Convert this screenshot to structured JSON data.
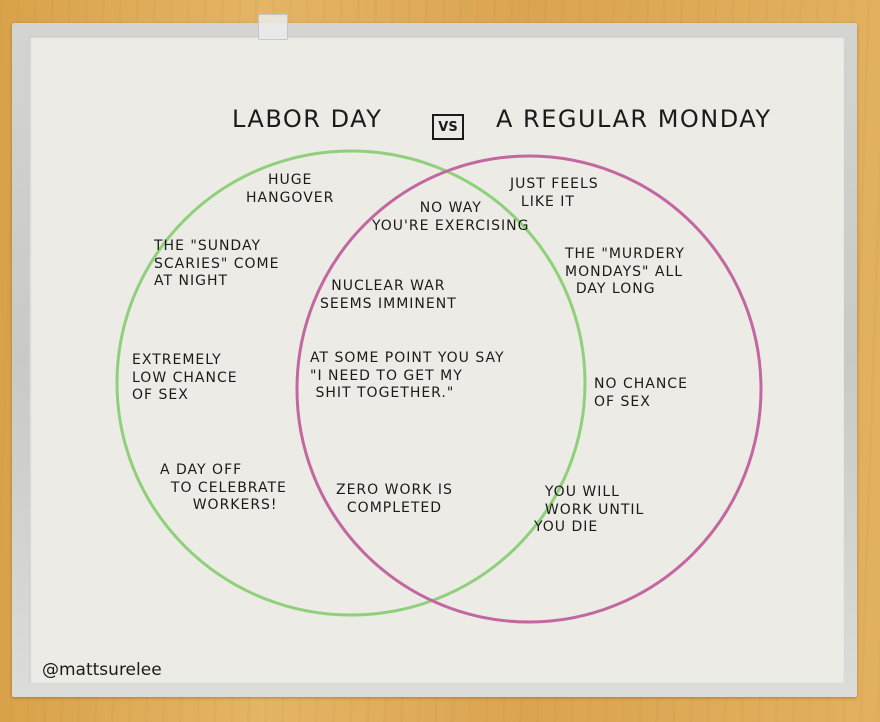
{
  "title": {
    "left": "Labor Day",
    "vs": "VS",
    "right": "A Regular Monday"
  },
  "colors": {
    "left_circle": "#8fd07a",
    "right_circle": "#c2679f",
    "ink": "#1b1b1b",
    "board": "#ecebe6",
    "frame": "#cfcfcc",
    "wall": "#e0ad5a"
  },
  "diagram": {
    "type": "venn",
    "sets": [
      "Labor Day",
      "A Regular Monday"
    ],
    "left_only": [
      "Huge\nHangover",
      "The \"Sunday\nScaries\" come\nat night",
      "Extremely\nlow chance\nof sex",
      "A day off\n  to celebrate\n      workers!"
    ],
    "intersection": [
      "No way\nyou're exercising",
      "Nuclear war\nseems imminent",
      "At some point you say\n\"I need to get my\n shit together.\"",
      "Zero work is\n  completed"
    ],
    "right_only": [
      "Just feels\n  like it",
      "The \"murdery\nmondays\" all\n  day long",
      "No chance\nof sex",
      "  you will\n  work until\nyou die"
    ]
  },
  "credit": "@mattsurelee"
}
